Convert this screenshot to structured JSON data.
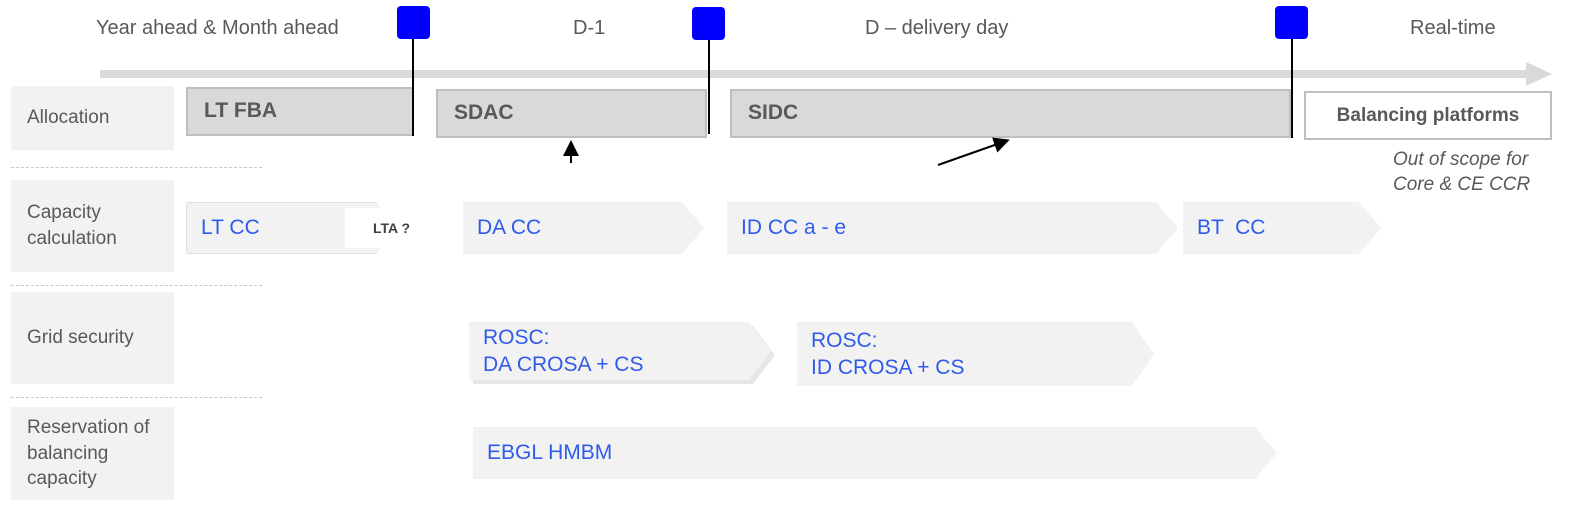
{
  "timeline": {
    "phases": [
      "Year ahead & Month ahead",
      "D-1",
      "D – delivery day",
      "Real-time"
    ],
    "marker_color": "#0000ff"
  },
  "rows": {
    "allocation": "Allocation",
    "capacity": "Capacity calculation",
    "grid": "Grid security",
    "reservation": "Reservation of balancing capacity"
  },
  "allocation": {
    "lt_fba": "LT FBA",
    "sdac": "SDAC",
    "sidc": "SIDC",
    "balancing": "Balancing platforms",
    "note": "Out of scope for Core & CE CCR"
  },
  "capacity": {
    "lt_cc": "LT CC",
    "lta": "LTA ?",
    "da_cc": "DA CC",
    "id_cc": "ID CC a - e",
    "bt_cc": "BT  CC"
  },
  "grid": {
    "da_line1": "ROSC:",
    "da_line2": "DA CROSA + CS",
    "id_line1": "ROSC:",
    "id_line2": "ID CROSA + CS"
  },
  "reservation": {
    "ebgl": "EBGL HMBM"
  },
  "colors": {
    "accent_text": "#2f5bea",
    "box_grey": "#d9d9d9",
    "light_grey": "#f2f2f2"
  }
}
